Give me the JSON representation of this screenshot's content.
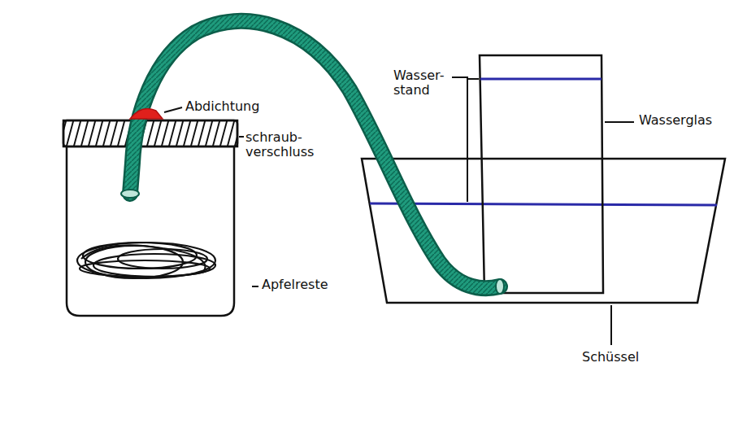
{
  "diagram": {
    "labels": [
      "Abdichtung",
      "schraub- verschluss",
      "Apfelreste",
      "Wasser- stand",
      "Wasserglas",
      "Schüssel"
    ]
  }
}
